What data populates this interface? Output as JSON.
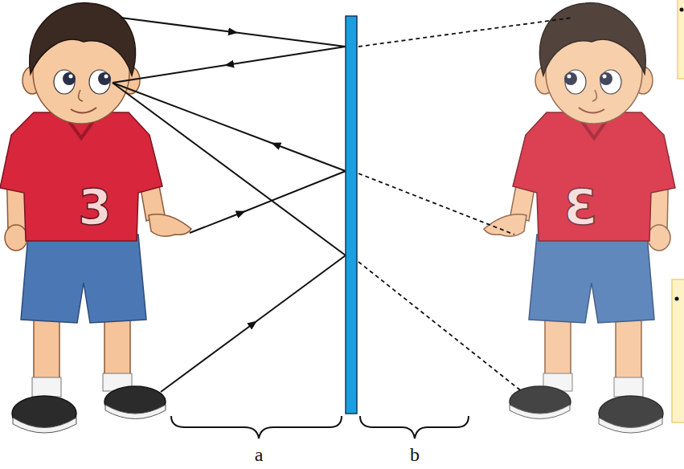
{
  "diagram": {
    "labels": [
      "3",
      "3",
      "a",
      "b"
    ]
  }
}
